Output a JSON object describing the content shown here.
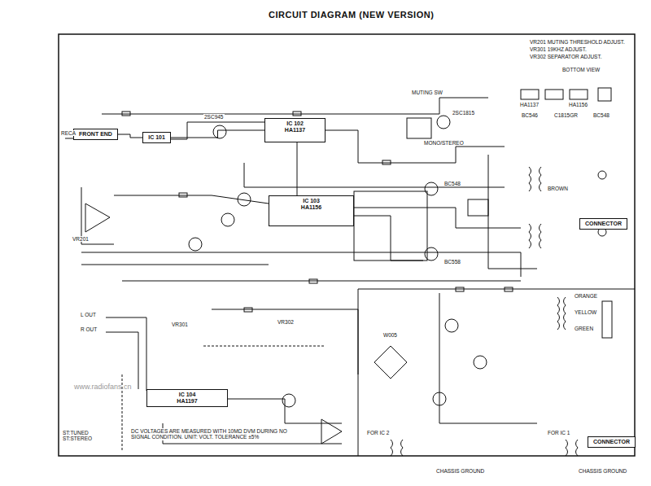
{
  "diagram": {
    "title": "CIRCUIT DIAGRAM (NEW VERSION)",
    "nodes": [
      {
        "text": [
          "FRONT END"
        ]
      },
      {
        "text": [
          "IC 101"
        ]
      },
      {
        "text": [
          "IC 102",
          "HA1137"
        ]
      },
      {
        "text": [
          "IC 103",
          "HA1156"
        ]
      },
      {
        "text": [
          "IC 104",
          "HA1197"
        ]
      },
      {
        "text": [
          "CONNECTOR"
        ]
      },
      {
        "text": [
          "CONNECTOR"
        ]
      }
    ],
    "edges": [
      {
        "from": 0,
        "to": 1,
        "arrow": "none"
      },
      {
        "from": 1,
        "to": 2,
        "arrow": "none"
      },
      {
        "from": 2,
        "to": 3,
        "arrow": "none"
      }
    ],
    "labels": [
      "VR201 MUTING THRESHOLD ADJUST.",
      "VR301 19KHZ ADJUST.",
      "VR302 SEPARATOR ADJUST.",
      "BOTTOM VIEW",
      "HA1137",
      "HA1156",
      "BC546",
      "C1815GR",
      "BC548",
      "MUTING SW",
      "MONO/STEREO",
      "L OUT",
      "R OUT",
      "DC VOLTAGES ARE MEASURED WITH 10MΩ DVM DURING NO SIGNAL CONDITION. UNIT: VOLT. TOLERANCE ±5%",
      "ST:TUNED ST:STEREO",
      "FOR IC 2",
      "FOR IC 1",
      "CHASSIS GROUND",
      "CHASSIS GROUND",
      "W005",
      "2SC945",
      "2SC1815",
      "BC558",
      "BC548",
      "ORANGE",
      "YELLOW",
      "GREEN",
      "BROWN",
      "RECA",
      "www.radiofans.cn",
      "VR201",
      "VR301",
      "VR302"
    ]
  }
}
